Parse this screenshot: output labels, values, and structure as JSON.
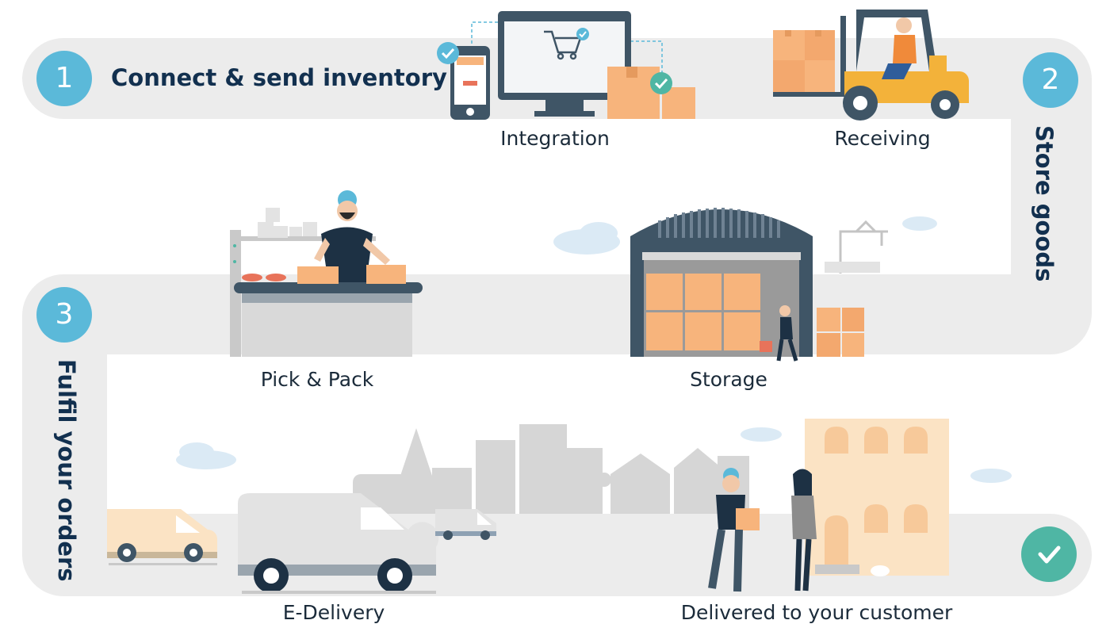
{
  "steps": [
    {
      "number": "1",
      "title": "Connect & send inventory"
    },
    {
      "number": "2",
      "title": "Store goods"
    },
    {
      "number": "3",
      "title": "Fulfil your orders"
    }
  ],
  "stages": {
    "integration": "Integration",
    "receiving": "Receiving",
    "pick_pack": "Pick & Pack",
    "storage": "Storage",
    "e_delivery": "E-Delivery",
    "delivered": "Delivered to your customer"
  },
  "colors": {
    "track": "#ececec",
    "badge": "#5bb9d9",
    "done_badge": "#4fb6a4",
    "box": "#f7b47c",
    "navy": "#12304f",
    "warehouse": "#3f5566",
    "forklift": "#f3b23a",
    "city": "#d6d6d6",
    "cloud": "#dbeaf5",
    "building": "#fbe3c4"
  },
  "icons": {
    "done": "check-icon",
    "cart": "cart-icon"
  }
}
